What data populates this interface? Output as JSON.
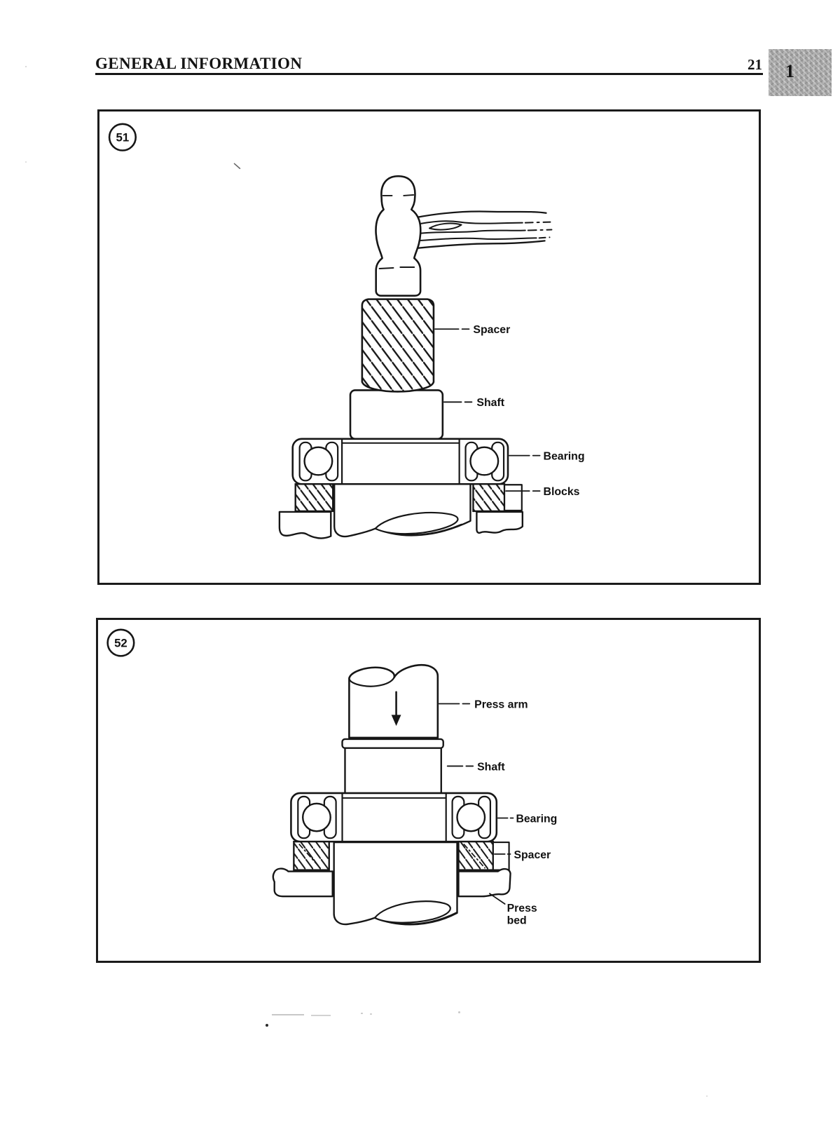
{
  "header": {
    "title": "GENERAL INFORMATION",
    "page_number": "21",
    "chapter_tab": "1"
  },
  "figure51": {
    "number": "51",
    "labels": {
      "spacer": "Spacer",
      "shaft": "Shaft",
      "bearing": "Bearing",
      "blocks": "Blocks"
    }
  },
  "figure52": {
    "number": "52",
    "labels": {
      "press_arm": "Press arm",
      "shaft": "Shaft",
      "bearing": "Bearing",
      "spacer": "Spacer",
      "press_bed_line1": "Press",
      "press_bed_line2": "bed"
    }
  },
  "colors": {
    "ink": "#161616",
    "paper": "#ffffff",
    "chapter_tab_background": "#a9a9a9"
  }
}
